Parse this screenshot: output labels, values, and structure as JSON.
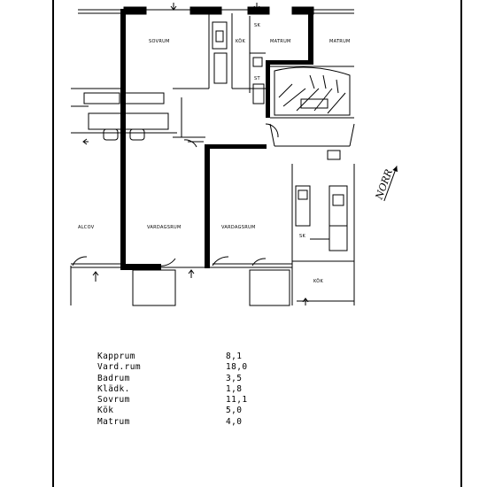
{
  "plan": {
    "room_labels": {
      "sovrum": "SOVRUM",
      "kok_top": "KÖK",
      "matrum": "MATRUM",
      "matrum_right": "MATRUM",
      "sk_top": "SK",
      "st": "ST",
      "alcove": "ALCOV",
      "vardagsrum_left": "VARDAGSRUM",
      "vardagsrum_right": "VARDAGSRUM",
      "sk_lower": "SK",
      "kok_lower": "KÖK"
    },
    "north_label": "NORR"
  },
  "area_table": {
    "rows": [
      {
        "name": "Kapprum",
        "value": "8,1"
      },
      {
        "name": "Vard.rum",
        "value": "18,0"
      },
      {
        "name": "Badrum",
        "value": "3,5"
      },
      {
        "name": "Klädk.",
        "value": "1,8"
      },
      {
        "name": "Sovrum",
        "value": "11,1"
      },
      {
        "name": "Kök",
        "value": "5,0"
      },
      {
        "name": "Matrum",
        "value": "4,0"
      }
    ]
  }
}
